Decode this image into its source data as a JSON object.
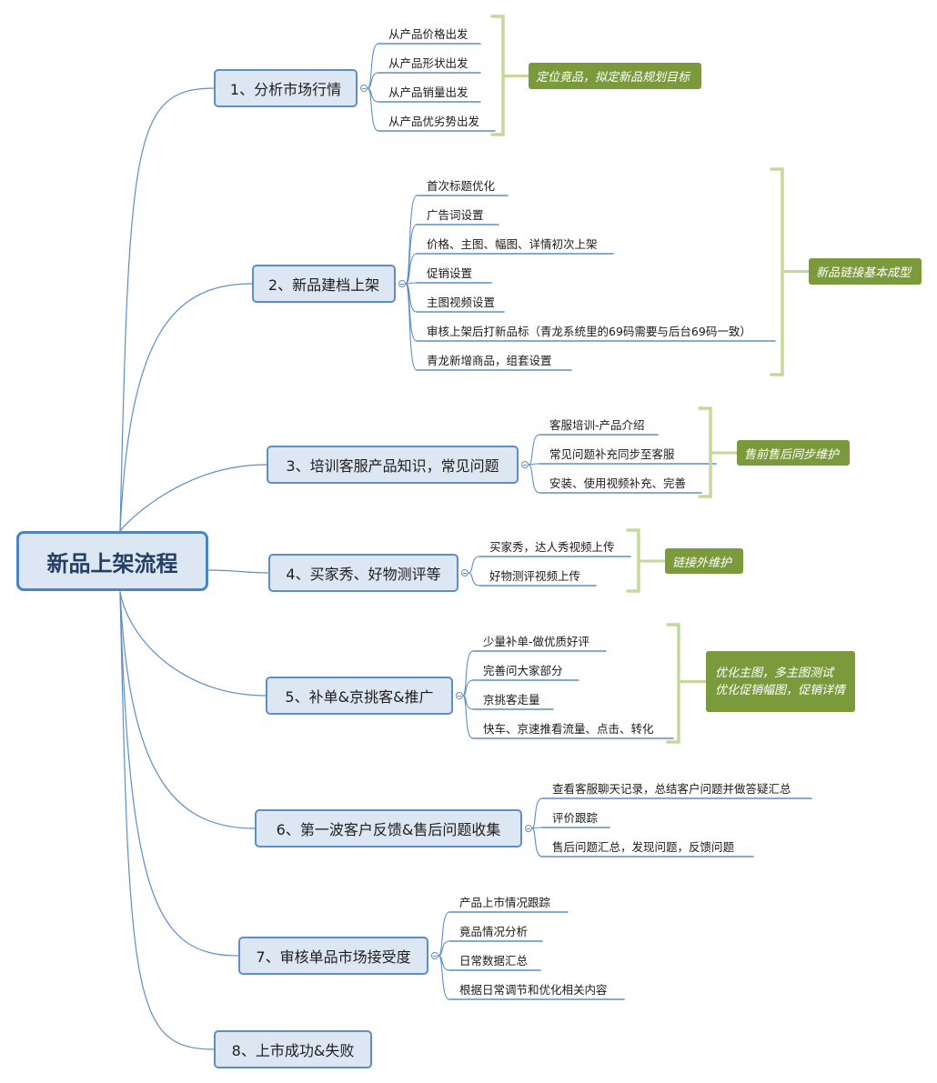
{
  "root": {
    "label": "新品上架流程"
  },
  "branches": [
    {
      "label": "1、分析市场行情",
      "items": [
        "从产品价格出发",
        "从产品形状出发",
        "从产品销量出发",
        "从产品优劣势出发"
      ],
      "note": [
        "定位竟品，拟定新品规划目标"
      ]
    },
    {
      "label": "2、新品建档上架",
      "items": [
        "首次标题优化",
        "广告词设置",
        "价格、主图、幅图、详情初次上架",
        "促销设置",
        "主图视频设置",
        "审核上架后打新品标（青龙系统里的69码需要与后台69码一致）",
        "青龙新增商品，组套设置"
      ],
      "note": [
        "新品链接基本成型"
      ]
    },
    {
      "label": "3、培训客服产品知识，常见问题",
      "items": [
        "客服培训-产品介绍",
        "常见问题补充同步至客服",
        "安装、使用视频补充、完善"
      ],
      "note": [
        "售前售后同步维护"
      ]
    },
    {
      "label": "4、买家秀、好物测评等",
      "items": [
        "买家秀，达人秀视频上传",
        "好物测评视频上传"
      ],
      "note": [
        "链接外维护"
      ]
    },
    {
      "label": "5、补单&京挑客&推广",
      "items": [
        "少量补单-做优质好评",
        "完善问大家部分",
        "京挑客走量",
        "快车、京速推看流量、点击、转化"
      ],
      "note": [
        "优化主图，多主图测试",
        "优化促销幅图，促销详情"
      ]
    },
    {
      "label": "6、第一波客户反馈&售后问题收集",
      "items": [
        "查看客服聊天记录，总结客户问题并做答疑汇总",
        "评价跟踪",
        "售后问题汇总，发现问题，反馈问题"
      ],
      "note": []
    },
    {
      "label": "7、审核单品市场接受度",
      "items": [
        "产品上市情况跟踪",
        "竟品情况分析",
        "日常数据汇总",
        "根据日常调节和优化相关内容"
      ],
      "note": []
    },
    {
      "label": "8、上市成功&失败",
      "items": [],
      "note": []
    }
  ],
  "colors": {
    "connector": "#5e8ec8",
    "bracket": "#c5d89b",
    "note_bg": "#7b9a3c",
    "box_bg": "#dde6f3"
  }
}
